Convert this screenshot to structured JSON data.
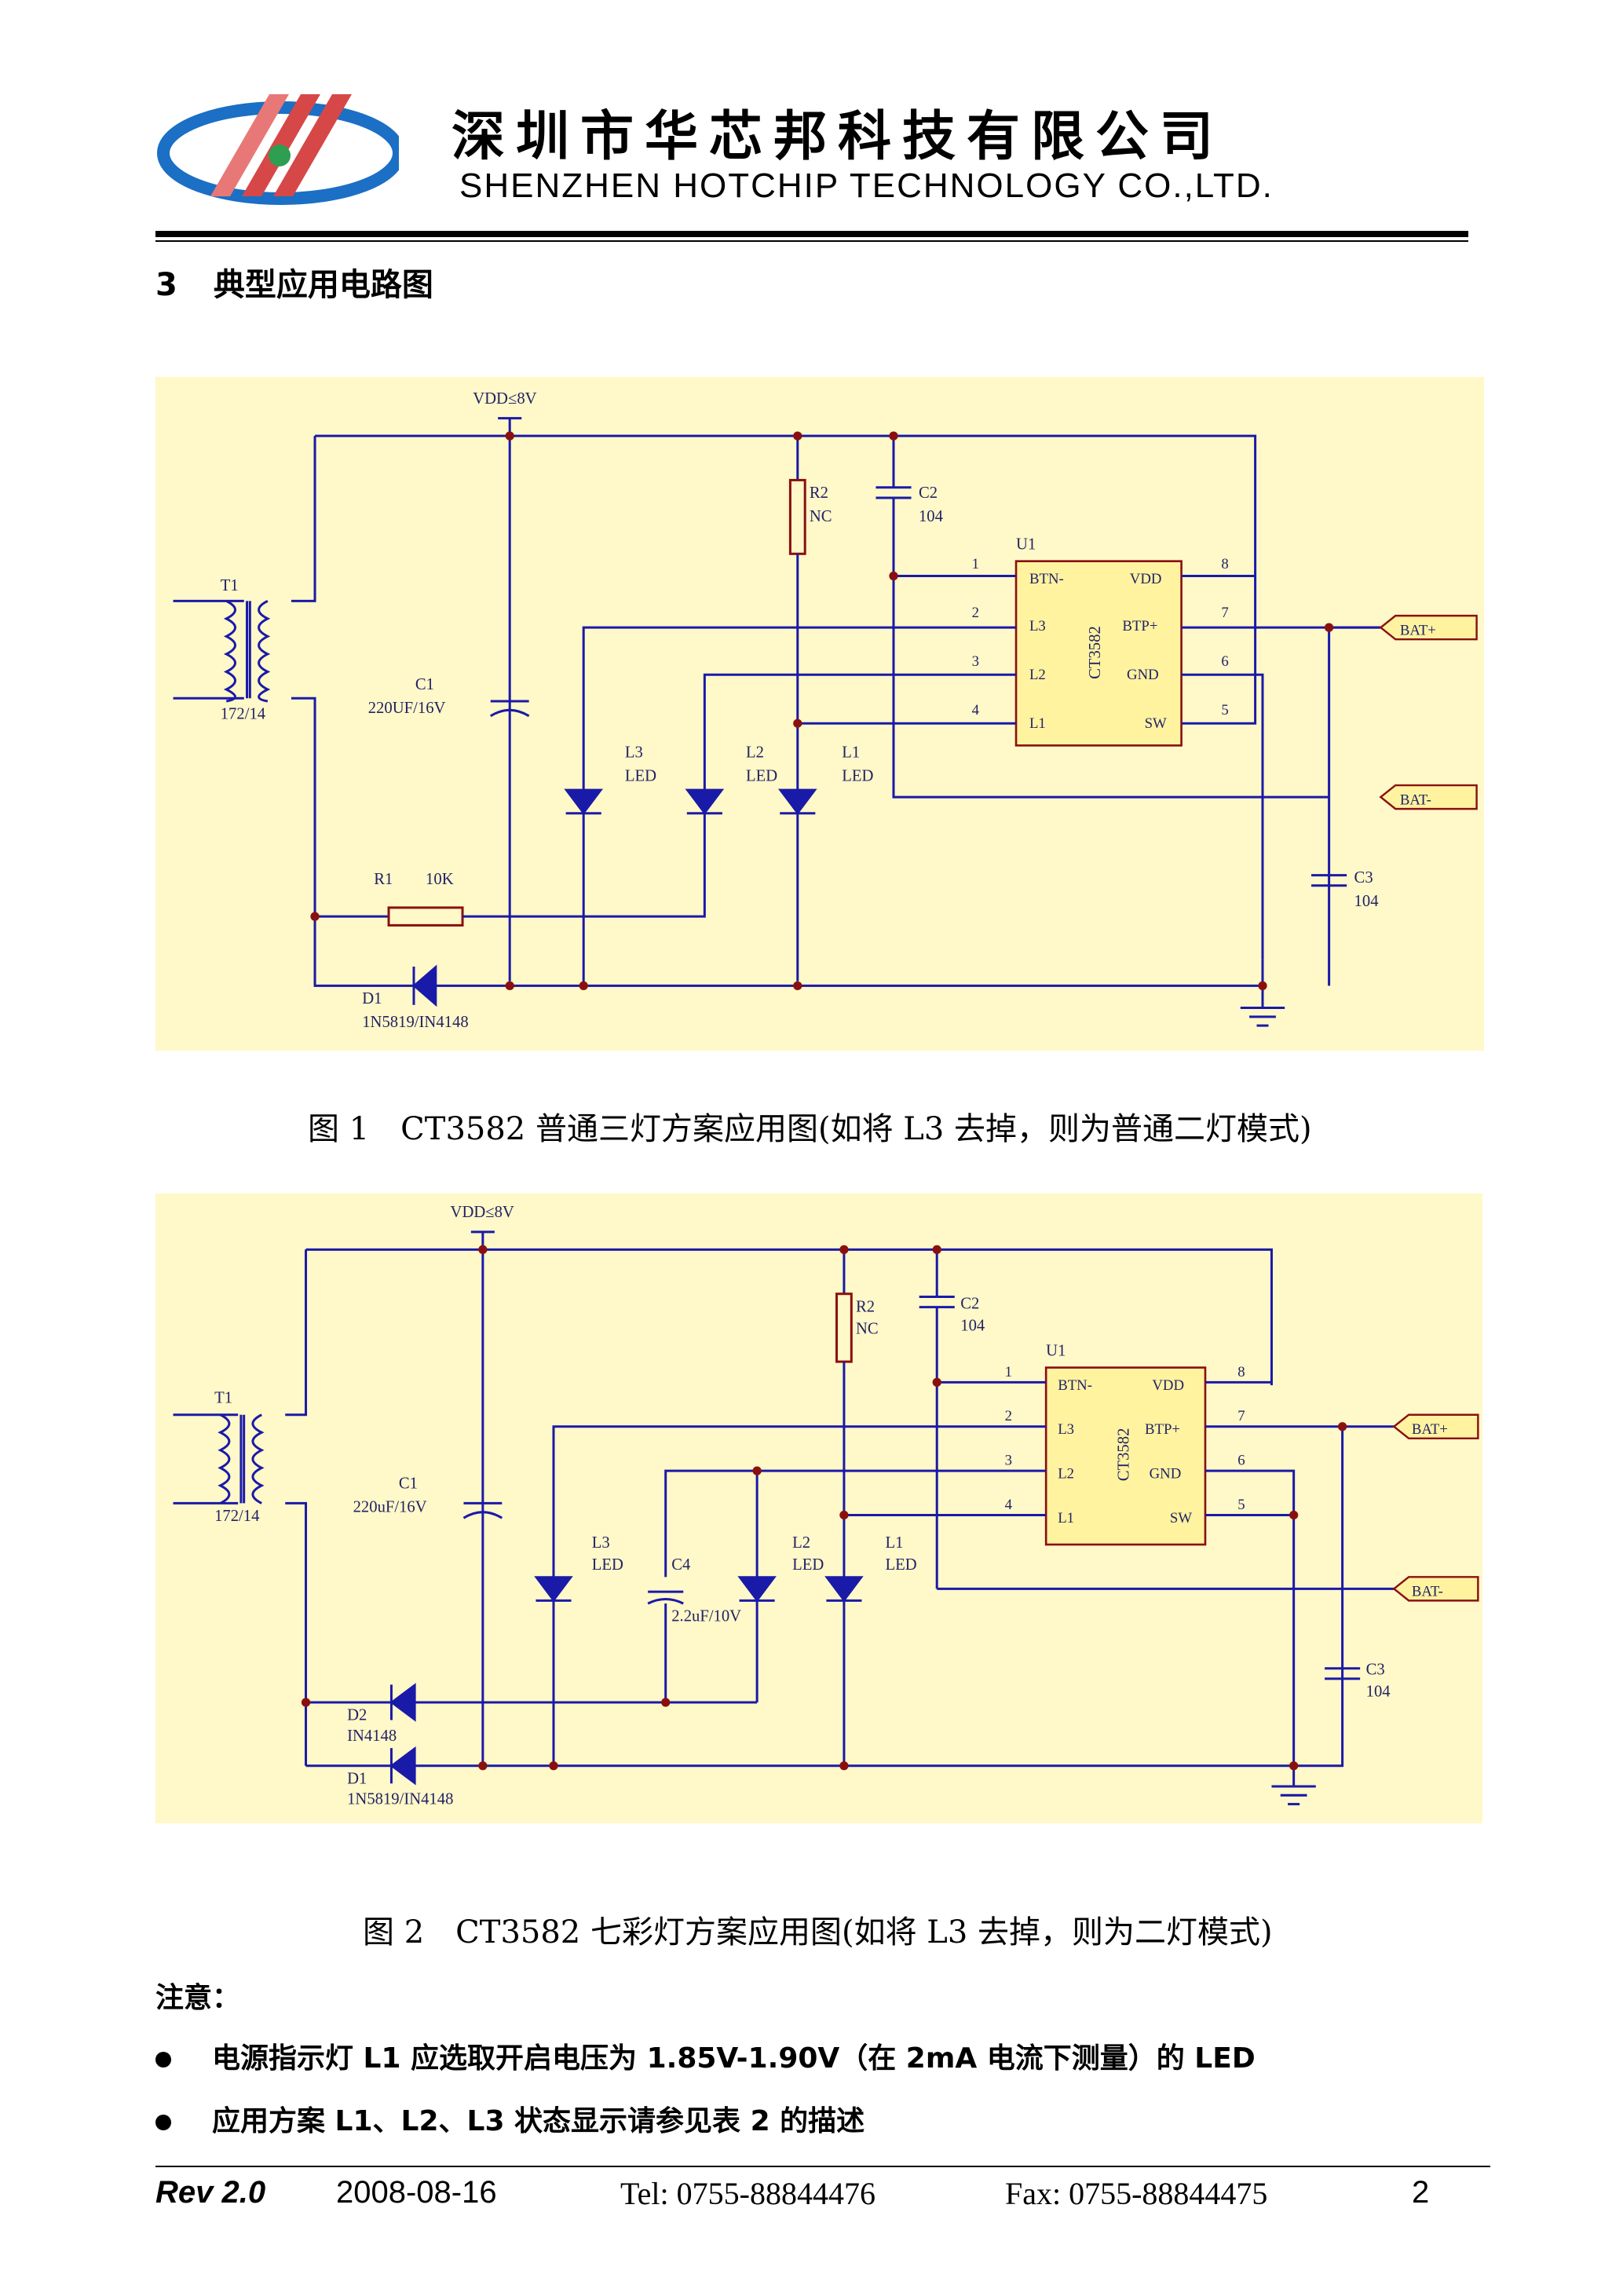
{
  "header": {
    "company_cn": "深圳市华芯邦科技有限公司",
    "company_en": "SHENZHEN HOTCHIP TECHNOLOGY CO.,LTD."
  },
  "section": {
    "number": "3",
    "title": "典型应用电路图"
  },
  "fig1": {
    "vdd": "VDD≤8V",
    "t1": "T1",
    "t1_val": "172/14",
    "c1": "C1",
    "c1_val": "220UF/16V",
    "r1": "R1",
    "r1_val": "10K",
    "d1": "D1",
    "d1_val": "1N5819/IN4148",
    "r2": "R2",
    "r2_val": "NC",
    "c2": "C2",
    "c2_val": "104",
    "c3": "C3",
    "c3_val": "104",
    "l3": "L3",
    "l2": "L2",
    "l1": "L1",
    "led": "LED",
    "u1": "U1",
    "chip": "CT3582",
    "pins_left": [
      "BTN-",
      "L3",
      "L2",
      "L1"
    ],
    "pins_right": [
      "VDD",
      "BTP+",
      "GND",
      "SW"
    ],
    "pin_nums_left": [
      "1",
      "2",
      "3",
      "4"
    ],
    "pin_nums_right": [
      "8",
      "7",
      "6",
      "5"
    ],
    "bat_pos": "BAT+",
    "bat_neg": "BAT-"
  },
  "fig2": {
    "vdd": "VDD≤8V",
    "t1": "T1",
    "t1_val": "172/14",
    "c1": "C1",
    "c1_val": "220uF/16V",
    "c4": "C4",
    "c4_val": "2.2uF/10V",
    "d2": "D2",
    "d2_val": "IN4148",
    "d1": "D1",
    "d1_val": "1N5819/IN4148",
    "r2": "R2",
    "r2_val": "NC",
    "c2": "C2",
    "c2_val": "104",
    "c3": "C3",
    "c3_val": "104",
    "l3": "L3",
    "l2": "L2",
    "l1": "L1",
    "led": "LED",
    "u1": "U1",
    "chip": "CT3582",
    "pins_left": [
      "BTN-",
      "L3",
      "L2",
      "L1"
    ],
    "pins_right": [
      "VDD",
      "BTP+",
      "GND",
      "SW"
    ],
    "pin_nums_left": [
      "1",
      "2",
      "3",
      "4"
    ],
    "pin_nums_right": [
      "8",
      "7",
      "6",
      "5"
    ],
    "bat_pos": "BAT+",
    "bat_neg": "BAT-"
  },
  "caption1": "图 1　CT3582 普通三灯方案应用图(如将 L3 去掉，则为普通二灯模式)",
  "caption2": "图 2　CT3582 七彩灯方案应用图(如将 L3 去掉，则为二灯模式)",
  "notes": {
    "title": "注意：",
    "bullets": [
      "电源指示灯 L1 应选取开启电压为 1.85V-1.90V（在 2mA 电流下测量）的 LED",
      "应用方案 L1、L2、L3 状态显示请参见表 2 的描述"
    ]
  },
  "footer": {
    "rev": "Rev 2.0",
    "date": "2008-08-16",
    "tel": "Tel: 0755-88844476",
    "fax": "Fax: 0755-88844475",
    "page": "2"
  }
}
